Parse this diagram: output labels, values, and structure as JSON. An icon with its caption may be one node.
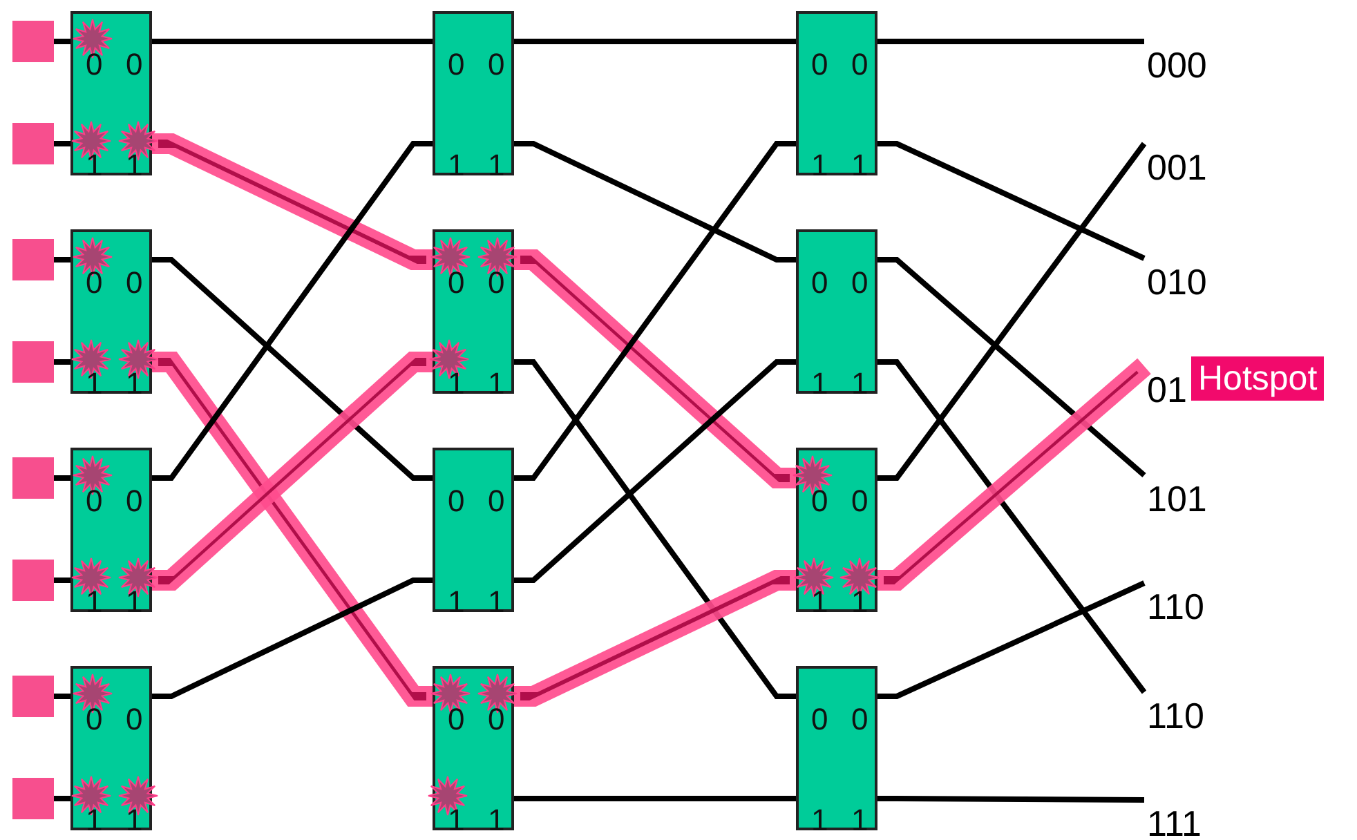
{
  "diagram": {
    "nodes": [
      {
        "text": [],
        "shape": "box"
      },
      {
        "text": [],
        "shape": "box"
      },
      {
        "text": [],
        "shape": "box"
      },
      {
        "text": [],
        "shape": "box"
      },
      {
        "text": [],
        "shape": "box"
      },
      {
        "text": [],
        "shape": "box"
      },
      {
        "text": [],
        "shape": "box"
      },
      {
        "text": [],
        "shape": "box"
      },
      {
        "text": [
          "0",
          "0",
          "1",
          "1"
        ]
      },
      {
        "text": [
          "0",
          "0",
          "1",
          "1"
        ]
      },
      {
        "text": [
          "0",
          "0",
          "1",
          "1"
        ]
      },
      {
        "text": [
          "0",
          "0",
          "1",
          "1"
        ]
      },
      {
        "text": [
          "0",
          "0",
          "1",
          "1"
        ]
      },
      {
        "text": [
          "0",
          "0",
          "1",
          "1"
        ]
      },
      {
        "text": [
          "0",
          "0",
          "1",
          "1"
        ]
      },
      {
        "text": [
          "0",
          "0",
          "1",
          "1"
        ]
      },
      {
        "text": [
          "0",
          "0",
          "1",
          "1"
        ]
      },
      {
        "text": [
          "0",
          "0",
          "1",
          "1"
        ]
      },
      {
        "text": [
          "0",
          "0",
          "1",
          "1"
        ]
      },
      {
        "text": [
          "0",
          "0",
          "1",
          "1"
        ]
      },
      {
        "text": [
          "000"
        ]
      },
      {
        "text": [
          "001"
        ]
      },
      {
        "text": [
          "010"
        ]
      },
      {
        "text": [
          "01"
        ]
      },
      {
        "text": [
          "101"
        ]
      },
      {
        "text": [
          "110"
        ]
      },
      {
        "text": [
          "110"
        ]
      },
      {
        "text": [
          "111"
        ]
      },
      {
        "text": [
          "Hotspot"
        ]
      }
    ],
    "edges": [
      {
        "from": 0,
        "to": 8,
        "arrow": "none"
      },
      {
        "from": 1,
        "to": 8,
        "arrow": "none"
      },
      {
        "from": 2,
        "to": 9,
        "arrow": "none"
      },
      {
        "from": 3,
        "to": 9,
        "arrow": "none"
      },
      {
        "from": 4,
        "to": 10,
        "arrow": "none"
      },
      {
        "from": 5,
        "to": 10,
        "arrow": "none"
      },
      {
        "from": 6,
        "to": 11,
        "arrow": "none"
      },
      {
        "from": 7,
        "to": 11,
        "arrow": "none"
      },
      {
        "from": 8,
        "to": 12,
        "arrow": "none"
      },
      {
        "from": 8,
        "to": 13,
        "arrow": "none",
        "style": "thick",
        "color": "#ff4d8d"
      },
      {
        "from": 9,
        "to": 14,
        "arrow": "none"
      },
      {
        "from": 9,
        "to": 15,
        "arrow": "none",
        "style": "thick",
        "color": "#ff4d8d"
      },
      {
        "from": 10,
        "to": 12,
        "arrow": "none"
      },
      {
        "from": 10,
        "to": 13,
        "arrow": "none",
        "style": "thick",
        "color": "#ff4d8d"
      },
      {
        "from": 11,
        "to": 14,
        "arrow": "none"
      },
      {
        "from": 11,
        "to": 15,
        "arrow": "none",
        "style": "thick",
        "color": "#ff4d8d"
      },
      {
        "from": 12,
        "to": 16,
        "arrow": "none"
      },
      {
        "from": 12,
        "to": 17,
        "arrow": "none"
      },
      {
        "from": 13,
        "to": 18,
        "arrow": "none",
        "style": "thick",
        "color": "#ff4d8d"
      },
      {
        "from": 13,
        "to": 19,
        "arrow": "none"
      },
      {
        "from": 14,
        "to": 16,
        "arrow": "none"
      },
      {
        "from": 14,
        "to": 17,
        "arrow": "none"
      },
      {
        "from": 15,
        "to": 18,
        "arrow": "none",
        "style": "thick",
        "color": "#ff4d8d"
      },
      {
        "from": 15,
        "to": 19,
        "arrow": "none"
      },
      {
        "from": 16,
        "to": 20,
        "arrow": "none"
      },
      {
        "from": 16,
        "to": 22,
        "arrow": "none"
      },
      {
        "from": 17,
        "to": 24,
        "arrow": "none"
      },
      {
        "from": 17,
        "to": 26,
        "arrow": "none"
      },
      {
        "from": 18,
        "to": 21,
        "arrow": "none"
      },
      {
        "from": 18,
        "to": 23,
        "arrow": "none",
        "style": "thick",
        "color": "#ff4d8d"
      },
      {
        "from": 19,
        "to": 25,
        "arrow": "none"
      },
      {
        "from": 19,
        "to": 27,
        "arrow": "none"
      }
    ]
  }
}
